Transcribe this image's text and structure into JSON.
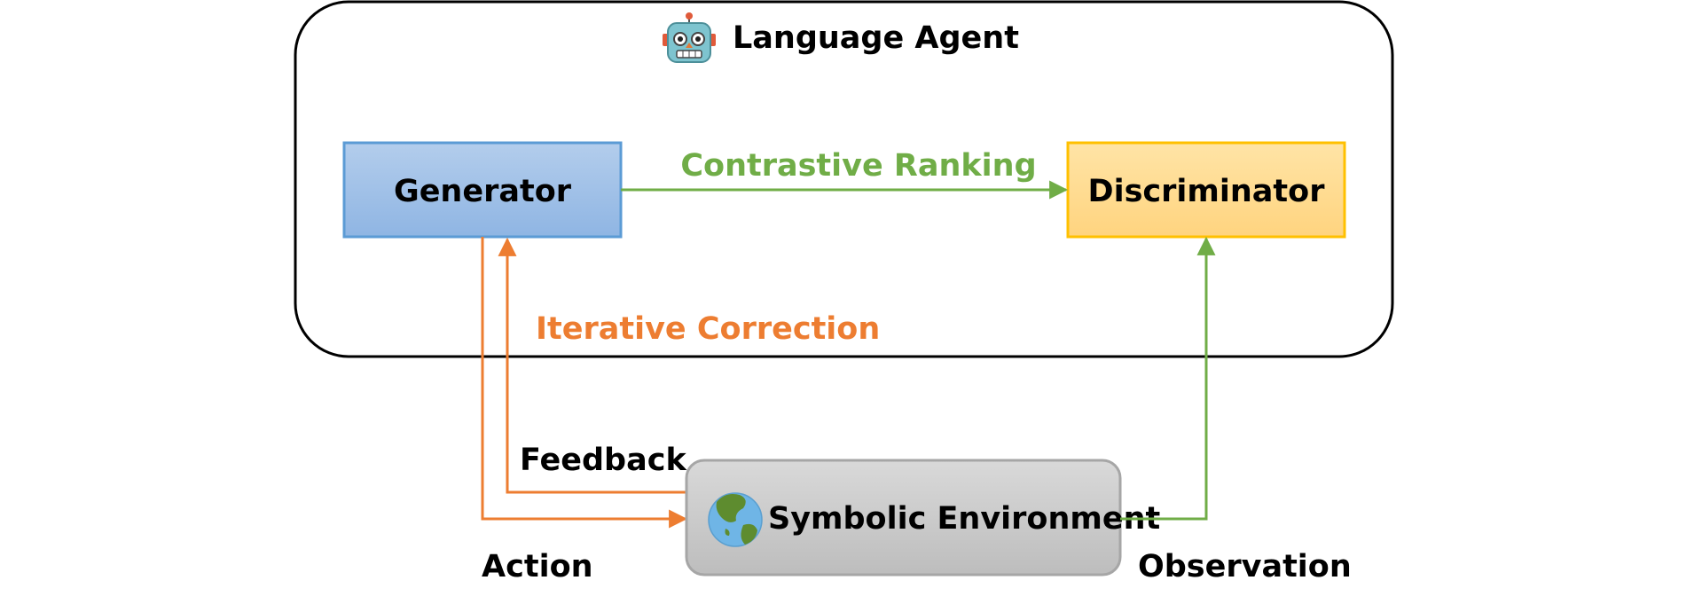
{
  "agent": {
    "title": "Language Agent",
    "icon": "robot-icon"
  },
  "generator": {
    "label": "Generator"
  },
  "discriminator": {
    "label": "Discriminator"
  },
  "environment": {
    "label": "Symbolic Environment",
    "icon": "globe-icon"
  },
  "edges": {
    "contrastive_ranking": "Contrastive Ranking",
    "iterative_correction": "Iterative Correction",
    "feedback": "Feedback",
    "action": "Action",
    "observation": "Observation"
  },
  "colors": {
    "green": "#70ad47",
    "orange": "#ed7d31",
    "generator_border": "#5b9bd5",
    "discriminator_border": "#ffc000",
    "environment_border": "#a6a6a6"
  }
}
